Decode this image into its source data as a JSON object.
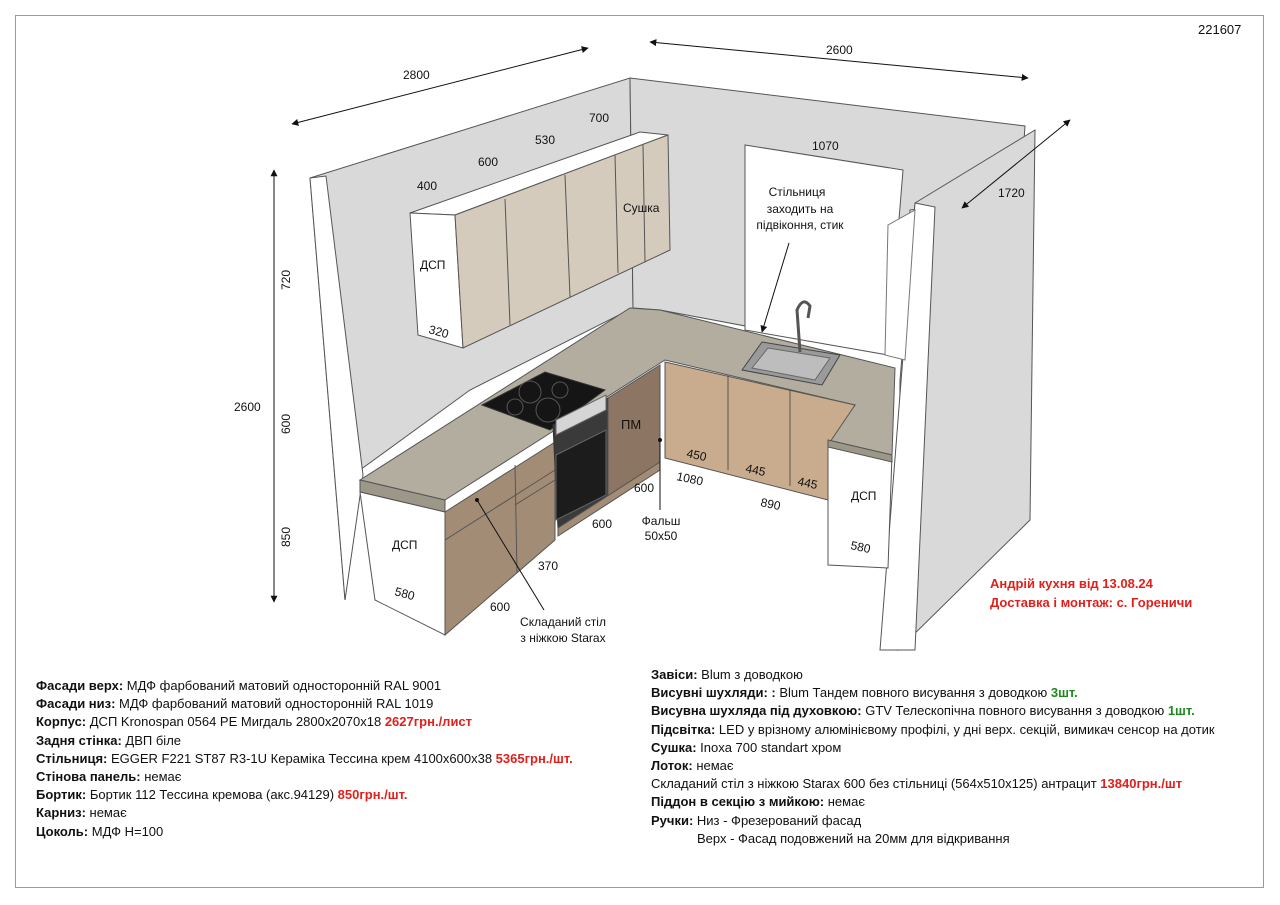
{
  "drawing_code": "221607",
  "dimensions": {
    "width_left": "2800",
    "width_back": "2600",
    "window_width": "1070",
    "right_depth": "1720",
    "upper_700": "700",
    "upper_530": "530",
    "upper_600": "600",
    "upper_400": "400",
    "upper_depth": "320",
    "height_total": "2600",
    "height_upper": "720",
    "height_mid": "600",
    "height_base": "850",
    "left_depth": "580",
    "left_front_600": "600",
    "left_370": "370",
    "left_front_600b": "600",
    "corner_600": "600",
    "back_450": "450",
    "back_1080": "1080",
    "back_445a": "445",
    "back_445b": "445",
    "back_890": "890",
    "right_depth_580": "580"
  },
  "labels": {
    "dsp_upper": "ДСП",
    "dryer": "Сушка",
    "dsp_left": "ДСП",
    "dsp_right": "ДСП",
    "dishwasher": "ПМ",
    "window_note": [
      "Стільниця",
      "заходить на",
      "підвіконня, стик"
    ],
    "rebate": [
      "Фальш",
      "50x50"
    ],
    "folding_table": [
      "Складаний стіл",
      "з ніжкою Starax"
    ]
  },
  "project": {
    "line1": "Андрій кухня від 13.08.24",
    "line2": "Доставка і монтаж: с. Гореничи"
  },
  "specs_left": [
    {
      "k": "Фасади верх:",
      "v": " МДФ фарбований матовий односторонній RAL 9001"
    },
    {
      "k": "Фасади низ:",
      "v": " МДФ фарбований матовий односторонній RAL 1019"
    },
    {
      "k": "Корпус:",
      "v": " ДСП Kronospan 0564 PE Мигдаль 2800x2070x18 ",
      "price": "2627грн./лист"
    },
    {
      "k": "Задня стінка:",
      "v": " ДВП біле"
    },
    {
      "k": "Стільниця:",
      "v": " EGGER F221 ST87 R3-1U Кераміка Тессина крем 4100x600x38 ",
      "price": "5365грн./шт."
    },
    {
      "k": "Стінова панель:",
      "v": " немає"
    },
    {
      "k": "Бортик:",
      "v": " Бортик 112 Тессина кремова (акс.94129) ",
      "price": "850грн./шт."
    },
    {
      "k": "Карниз:",
      "v": " немає"
    },
    {
      "k": "Цоколь:",
      "v": " МДФ Н=100"
    }
  ],
  "specs_right": {
    "hinges_k": "Завіси:",
    "hinges_v": " Blum з доводкою",
    "drawers_k": "Висувні шухляди: :",
    "drawers_v": " Blum  Тандем повного висування з доводкою ",
    "drawers_qty": "3шт.",
    "oven_drawer_k": "Висувна шухляда під духовкою:",
    "oven_drawer_v": " GTV Телескопічна повного висування з доводкою ",
    "oven_drawer_qty": "1шт.",
    "light_k": "Підсвітка:",
    "light_v": " LED у врізному алюмінієвому профілі, у дні верх. секцій, вимикач сенсор на дотик",
    "dryer_k": "Сушка:",
    "dryer_v": " Inoxa 700 standart хром",
    "tray_k": "Лоток:",
    "tray_v": " немає",
    "table_v": "Складаний стіл з ніжкою Starax 600 без стільниці (564x510x125) антрацит ",
    "table_price": "13840грн./шт",
    "sink_tray_k": "Піддон в секцію з мийкою:",
    "sink_tray_v": " немає",
    "handles_k": "Ручки:",
    "handles_v": " Низ - Фрезерований фасад",
    "handles_v2": "Верх - Фасад подовжений на 20мм для відкривання"
  }
}
